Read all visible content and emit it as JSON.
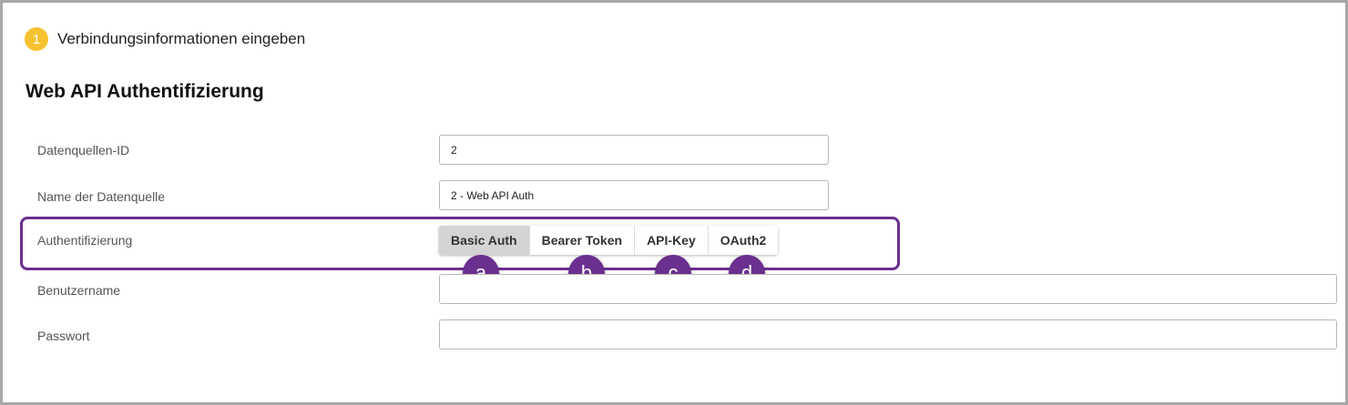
{
  "step": {
    "number": "1",
    "label": "Verbindungsinformationen eingeben"
  },
  "page_title": "Web API Authentifizierung",
  "fields": {
    "datasource_id": {
      "label": "Datenquellen-ID",
      "value": "2"
    },
    "datasource_name": {
      "label": "Name der Datenquelle",
      "value": "2 - Web API Auth"
    },
    "auth": {
      "label": "Authentifizierung",
      "options": [
        "Basic Auth",
        "Bearer Token",
        "API-Key",
        "OAuth2"
      ],
      "selected": "Basic Auth"
    },
    "username": {
      "label": "Benutzername",
      "value": ""
    },
    "password": {
      "label": "Passwort",
      "value": ""
    }
  },
  "markers": [
    "a",
    "b",
    "c",
    "d"
  ],
  "colors": {
    "accent_purple": "#6b2f8f",
    "step_badge": "#f7c232",
    "selected_segment": "#d4d4d4",
    "frame_border": "#a8a8a8"
  }
}
